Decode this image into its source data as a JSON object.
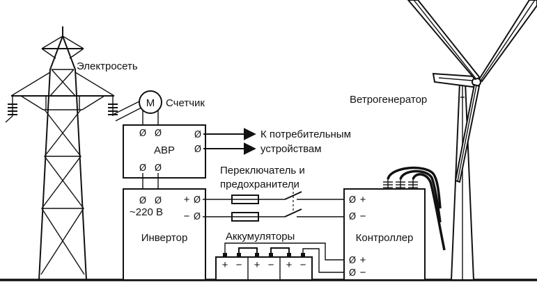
{
  "labels": {
    "grid": "Электросеть",
    "meter": "Счетчик",
    "meter_symbol": "M",
    "ats": "АВР",
    "consumers_line1": "К потребительным",
    "consumers_line2": "устройствам",
    "switch_line1": "Переключатель и",
    "switch_line2": "предохранители",
    "voltage": "~220 В",
    "inverter": "Инвертор",
    "batteries": "Аккумуляторы",
    "controller": "Контроллер",
    "wind_generator": "Ветрогенератор"
  },
  "terminals": {
    "symbol": "Ø",
    "plus": "+",
    "minus": "−"
  }
}
